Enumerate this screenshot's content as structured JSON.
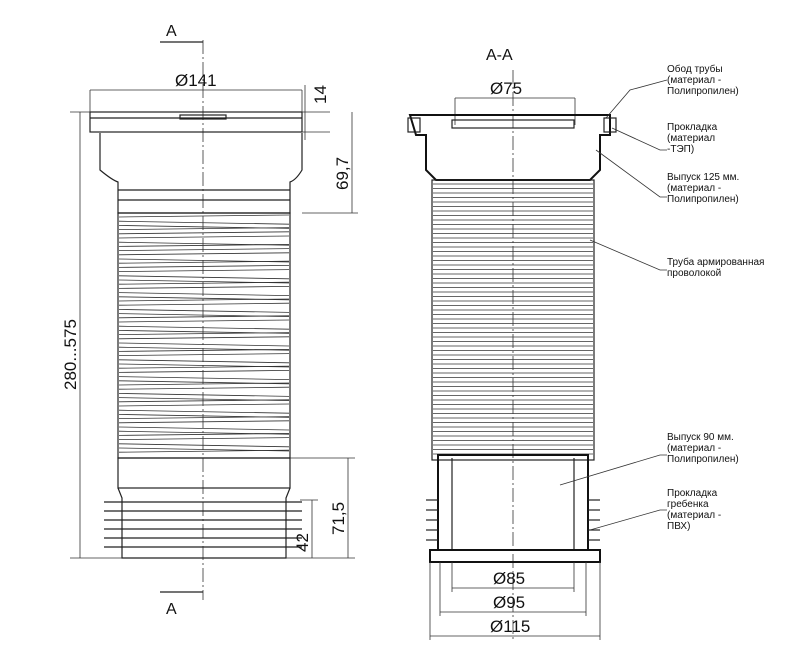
{
  "left_view": {
    "section_mark_top": "A",
    "section_mark_bottom": "A",
    "dim_top_diameter": "Ø141",
    "dim_flange_height": "14",
    "dim_cap_height": "69,7",
    "dim_total_length": "280...575",
    "dim_outlet_height": "71,5",
    "dim_ribs_height": "42"
  },
  "right_view": {
    "section_title": "A-A",
    "dim_inner_top": "Ø75",
    "dim_d85": "Ø85",
    "dim_d95": "Ø95",
    "dim_d115": "Ø115"
  },
  "callouts": [
    {
      "lines": [
        "Обод трубы",
        "(материал -",
        "Полипропилен)"
      ]
    },
    {
      "lines": [
        "Прокладка",
        "(материал",
        "-ТЭП)"
      ]
    },
    {
      "lines": [
        "Выпуск 125 мм.",
        "(материал -",
        "Полипропилен)"
      ]
    },
    {
      "lines": [
        "Труба армированная",
        "проволокой"
      ]
    },
    {
      "lines": [
        "Выпуск 90 мм.",
        "(материал -",
        "Полипропилен)"
      ]
    },
    {
      "lines": [
        "Прокладка",
        "гребенка",
        "(материал -",
        "ПВХ)"
      ]
    }
  ]
}
